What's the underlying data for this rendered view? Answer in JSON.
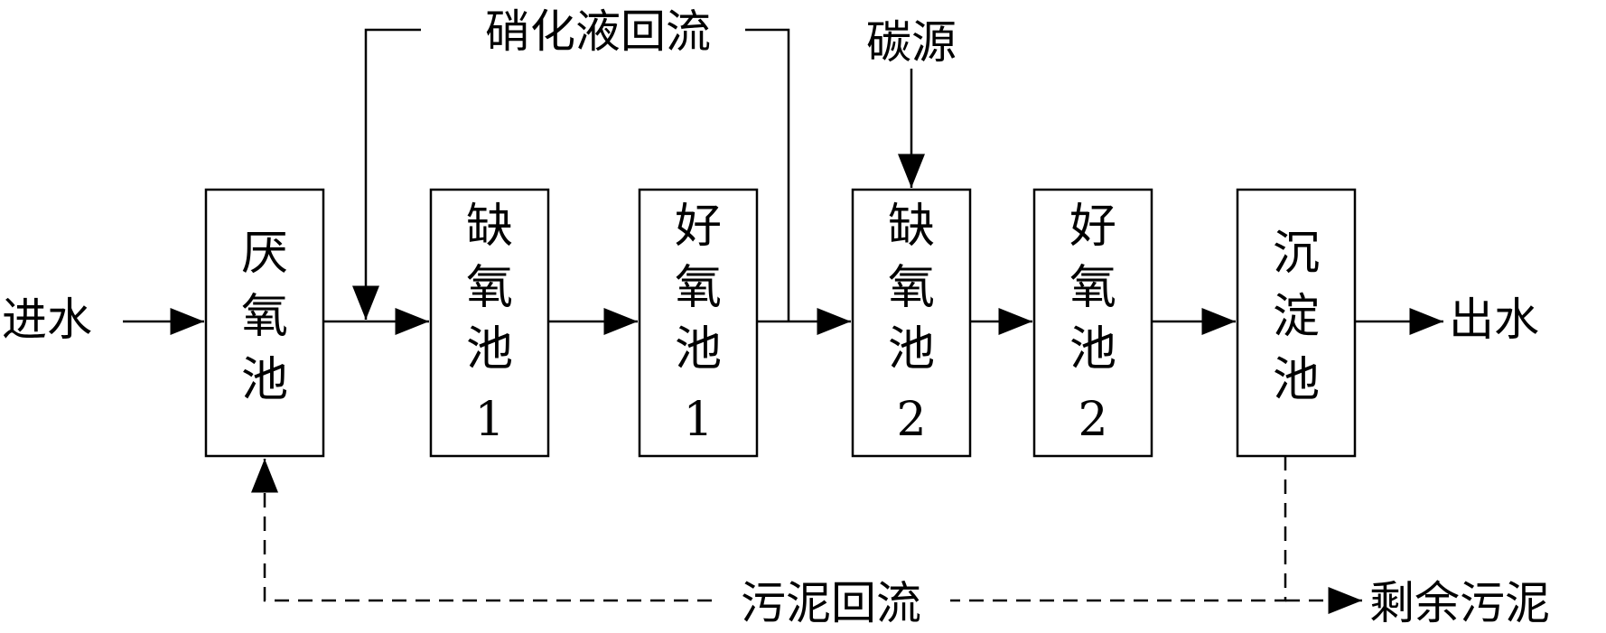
{
  "labels": {
    "inflow": "进水",
    "outflow": "出水",
    "carbon_source": "碳源",
    "nitrified_recycle": "硝化液回流",
    "sludge_recycle": "污泥回流",
    "excess_sludge": "剩余污泥"
  },
  "tanks": [
    {
      "line1": "厌",
      "line2": "氧",
      "line3": "池",
      "line4": ""
    },
    {
      "line1": "缺",
      "line2": "氧",
      "line3": "池",
      "line4": "1"
    },
    {
      "line1": "好",
      "line2": "氧",
      "line3": "池",
      "line4": "1"
    },
    {
      "line1": "缺",
      "line2": "氧",
      "line3": "池",
      "line4": "2"
    },
    {
      "line1": "好",
      "line2": "氧",
      "line3": "池",
      "line4": "2"
    },
    {
      "line1": "沉",
      "line2": "淀",
      "line3": "池",
      "line4": ""
    }
  ]
}
